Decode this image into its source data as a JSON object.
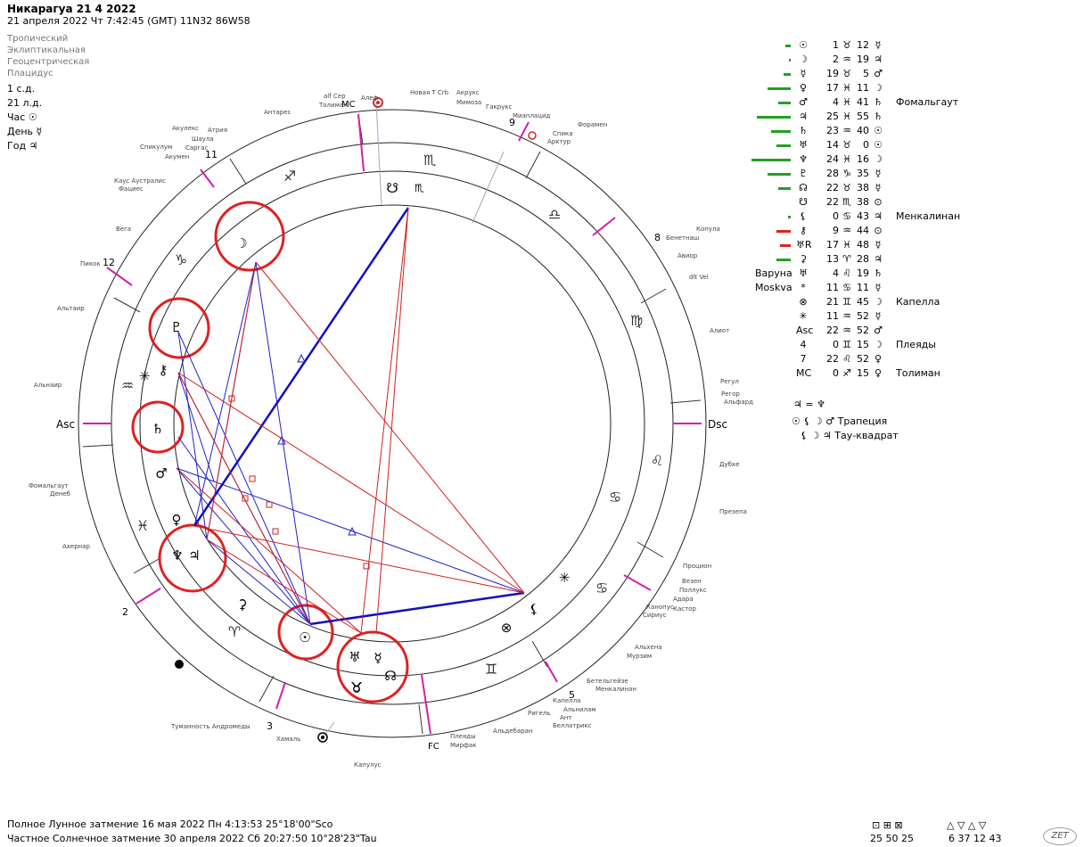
{
  "header": {
    "title": "Никарагуа 21 4 2022",
    "subtitle": "21 апреля 2022  Чт   7:42:45 (GMT) 11N32  86W58"
  },
  "system": [
    "Тропический",
    "Эклиптикальная",
    "Геоцентрическая",
    "Плацидус"
  ],
  "info": [
    "1 с.д.",
    "21 л.д.",
    "Час ☉",
    "День ☿",
    "Год ♃"
  ],
  "planets": [
    {
      "glyph": "☉",
      "deg": "1",
      "sign": "♉",
      "min": "12",
      "ruler": "☿",
      "star": "",
      "bar": 6,
      "color": "#22a022"
    },
    {
      "glyph": "☽",
      "deg": "2",
      "sign": "♒",
      "min": "19",
      "ruler": "♃",
      "star": "",
      "bar": 2,
      "color": "#22a022"
    },
    {
      "glyph": "☿",
      "deg": "19",
      "sign": "♉",
      "min": "5",
      "ruler": "♂",
      "star": "",
      "bar": 8,
      "color": "#22a022"
    },
    {
      "glyph": "♀",
      "deg": "17",
      "sign": "♓",
      "min": "11",
      "ruler": "☽",
      "star": "",
      "bar": 26,
      "color": "#22a022"
    },
    {
      "glyph": "♂",
      "deg": "4",
      "sign": "♓",
      "min": "41",
      "ruler": "♄",
      "star": "Фомальгаут",
      "bar": 14,
      "color": "#22a022"
    },
    {
      "glyph": "♃",
      "deg": "25",
      "sign": "♓",
      "min": "55",
      "ruler": "♄",
      "star": "",
      "bar": 38,
      "color": "#22a022"
    },
    {
      "glyph": "♄",
      "deg": "23",
      "sign": "♒",
      "min": "40",
      "ruler": "☉",
      "star": "",
      "bar": 22,
      "color": "#22a022"
    },
    {
      "glyph": "♅",
      "deg": "14",
      "sign": "♉",
      "min": "0",
      "ruler": "☉",
      "star": "",
      "bar": 16,
      "color": "#22a022"
    },
    {
      "glyph": "♆",
      "deg": "24",
      "sign": "♓",
      "min": "16",
      "ruler": "☽",
      "star": "",
      "bar": 44,
      "color": "#22a022"
    },
    {
      "glyph": "♇",
      "deg": "28",
      "sign": "♑",
      "min": "35",
      "ruler": "☿",
      "star": "",
      "bar": 26,
      "color": "#22a022"
    },
    {
      "glyph": "☊",
      "deg": "22",
      "sign": "♉",
      "min": "38",
      "ruler": "☿",
      "star": "",
      "bar": 14,
      "color": "#22a022"
    },
    {
      "glyph": "☋",
      "deg": "22",
      "sign": "♏",
      "min": "38",
      "ruler": "⊙",
      "star": "",
      "bar": 0,
      "color": "#22a022"
    },
    {
      "glyph": "⚸",
      "deg": "0",
      "sign": "♋",
      "min": "43",
      "ruler": "♃",
      "star": "Менкалинан",
      "bar": 3,
      "color": "#22a022"
    },
    {
      "glyph": "⚷",
      "deg": "9",
      "sign": "♒",
      "min": "44",
      "ruler": "⊙",
      "star": "",
      "bar": 16,
      "color": "#dd2222"
    },
    {
      "glyph": "♅R",
      "deg": "17",
      "sign": "♓",
      "min": "48",
      "ruler": "☿",
      "star": "",
      "bar": 12,
      "color": "#dd2222"
    },
    {
      "glyph": "⚳",
      "deg": "13",
      "sign": "♈",
      "min": "28",
      "ruler": "♃",
      "star": "",
      "bar": 16,
      "color": "#22a022"
    },
    {
      "glyph": "♅",
      "deg": "4",
      "sign": "♌",
      "min": "19",
      "ruler": "♄",
      "star": "",
      "left": "Варуна",
      "bar": 0,
      "color": "#22a022"
    },
    {
      "glyph": "*",
      "deg": "11",
      "sign": "♋",
      "min": "11",
      "ruler": "☿",
      "star": "",
      "left": "Moskva",
      "bar": 0,
      "color": "#22a022"
    },
    {
      "glyph": "⊗",
      "deg": "21",
      "sign": "♊",
      "min": "45",
      "ruler": "☽",
      "star": "Капелла",
      "bar": 0,
      "color": "#22a022"
    },
    {
      "glyph": "✳",
      "deg": "11",
      "sign": "♒",
      "min": "52",
      "ruler": "☿",
      "star": "",
      "bar": 0,
      "color": "#22a022"
    },
    {
      "glyph": "Asc",
      "deg": "22",
      "sign": "♒",
      "min": "52",
      "ruler": "♂",
      "star": "",
      "bar": 0,
      "color": "#22a022"
    },
    {
      "glyph": "4",
      "deg": "0",
      "sign": "♊",
      "min": "15",
      "ruler": "☽",
      "star": "Плеяды",
      "bar": 0,
      "color": "#22a022"
    },
    {
      "glyph": "7",
      "deg": "22",
      "sign": "♌",
      "min": "52",
      "ruler": "♀",
      "star": "",
      "bar": 0,
      "color": "#22a022"
    },
    {
      "glyph": "MC",
      "deg": "0",
      "sign": "♐",
      "min": "15",
      "ruler": "♀",
      "star": "Толиман",
      "bar": 0,
      "color": "#22a022"
    }
  ],
  "aspect_notes": [
    "♃ = ♆",
    "☉ ⚸ ☽ ♂  Трапеция",
    "⚸ ☽ ♃  Тау-квадрат"
  ],
  "chart_labels": {
    "asc": "Asc",
    "dsc": "Dsc",
    "mc": "MC",
    "fc": "FC",
    "house_numbers": [
      "11",
      "12",
      "2",
      "3",
      "5",
      "8",
      "9"
    ]
  },
  "fixed_stars": [
    "аlf Сер",
    "Толиман",
    "Алеф",
    "Новая Т Crb",
    "Акрукс",
    "Мимоза",
    "Гакрукс",
    "Мирфак",
    "Антарес",
    "Акулекс",
    "Атрия",
    "Шаула",
    "Саргас",
    "Акумен",
    "Спикулум",
    "Каус Аустралис",
    "Фациес",
    "Вега",
    "Пикок",
    "Альтаир",
    "Альнаир",
    "Фомальгаут",
    "Денеб",
    "Ахернар",
    "Туманность Андромеды",
    "Хамаль",
    "Капулус",
    "Плеяды",
    "Альдебаран",
    "Ригель",
    "Беллатрикс",
    "Капелла",
    "Альнилам",
    "Бетельгейзе",
    "Менкалинан",
    "Альхена",
    "Мурзим",
    "Сириус",
    "Канопус",
    "Кастор",
    "Адара",
    "Поллукс",
    "Везен",
    "Процион",
    "Презепа",
    "Дубхе",
    "Регор",
    "Альфард",
    "Регул",
    "Алиот",
    "dlt Vel",
    "Авиор",
    "Бенетнаш",
    "Копула",
    "Арктур",
    "Спика",
    "Форамен",
    "Миаплацид",
    "Ант"
  ],
  "eclipses": [
    "Полное Лунное затмение  16 мая 2022 Пн  4:13:53 25°18'00\"Sco",
    "Частное Солнечное затмение  30 апреля 2022 Сб 20:27:50 10°28'23\"Tau"
  ],
  "bottom_counts": {
    "squares_labels": [
      "25",
      "50",
      "25"
    ],
    "triangles_labels": [
      "6",
      "37",
      "12",
      "43"
    ]
  },
  "brand": "ZET"
}
